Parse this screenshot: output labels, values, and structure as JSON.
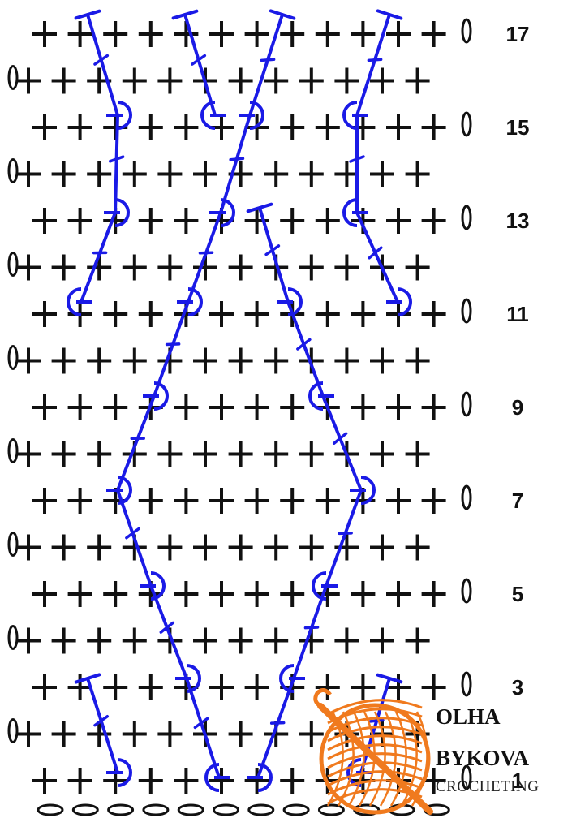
{
  "diagram": {
    "stitch_color": "#111111",
    "pattern_color": "#1a1ae6",
    "logo_color": "#f07a1e",
    "row_count": 17,
    "stitches_per_row": 12,
    "row_labels": [
      {
        "row": 17,
        "label": "17"
      },
      {
        "row": 15,
        "label": "15"
      },
      {
        "row": 13,
        "label": "13"
      },
      {
        "row": 11,
        "label": "11"
      },
      {
        "row": 9,
        "label": "9"
      },
      {
        "row": 7,
        "label": "7"
      },
      {
        "row": 5,
        "label": "5"
      },
      {
        "row": 3,
        "label": "3"
      },
      {
        "row": 1,
        "label": "1"
      }
    ]
  },
  "watermark": {
    "line1": "OLHA",
    "line2": "BYKOVA",
    "line3": "CROCHETING",
    "logo_icon": "yarn-ball-with-crochet-hook-icon"
  }
}
